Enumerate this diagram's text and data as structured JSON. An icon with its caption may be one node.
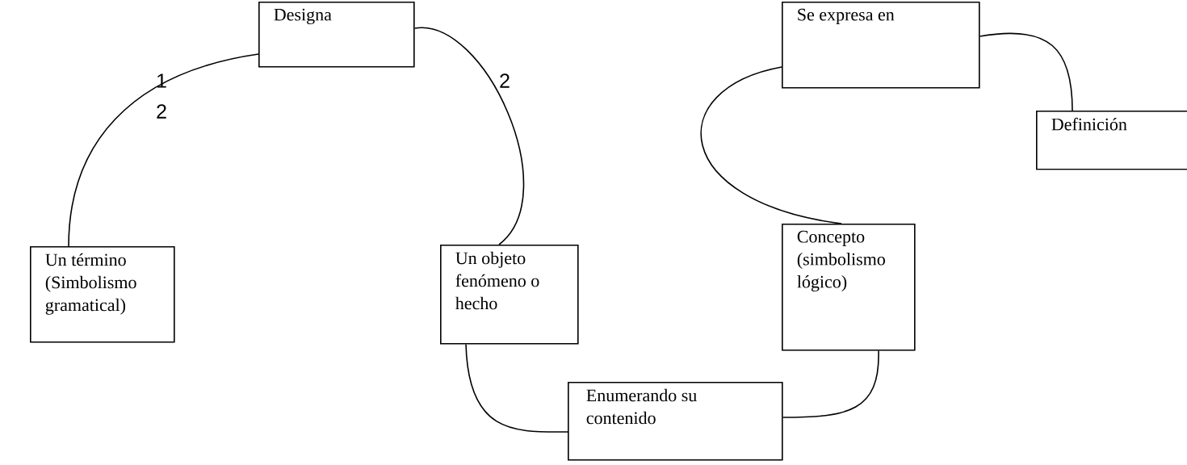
{
  "diagram": {
    "nodes": [
      {
        "text": [
          "Designa"
        ]
      },
      {
        "text": [
          "Se expresa en"
        ]
      },
      {
        "text": [
          "Definición"
        ]
      },
      {
        "text": [
          "Un término (Simbolismo gramatical)"
        ]
      },
      {
        "text": [
          "Un objeto fenómeno o hecho"
        ]
      },
      {
        "text": [
          "Concepto (simbolismo lógico)"
        ]
      },
      {
        "text": [
          "Enumerando su contenido"
        ]
      }
    ],
    "edges": [
      {
        "from": 0,
        "to": 3,
        "arrow": "none"
      },
      {
        "from": 0,
        "to": 4,
        "arrow": "none"
      },
      {
        "from": 1,
        "to": 5,
        "arrow": "none"
      },
      {
        "from": 1,
        "to": 2,
        "arrow": "none"
      },
      {
        "from": 4,
        "to": 6,
        "arrow": "none"
      },
      {
        "from": 5,
        "to": 6,
        "arrow": "none"
      }
    ],
    "labels": [
      "1",
      "2",
      "2"
    ]
  }
}
